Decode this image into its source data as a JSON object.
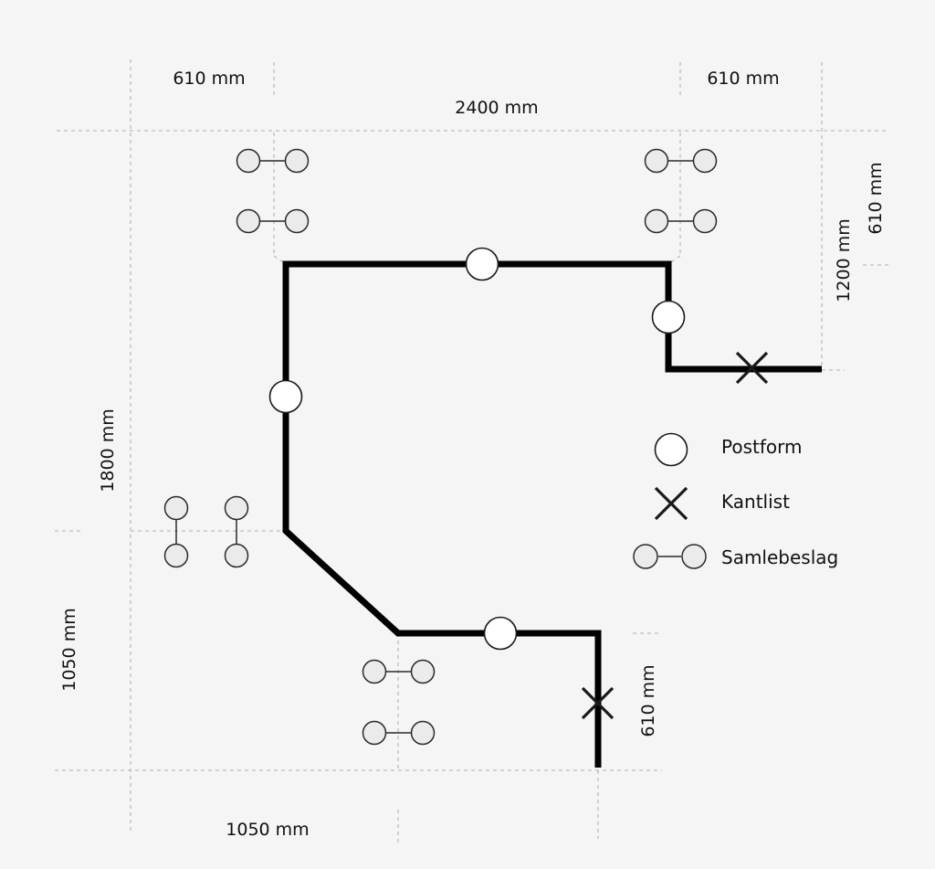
{
  "dimensions": {
    "top_left_width": "610 mm",
    "top_right_width": "610 mm",
    "top_total_width": "2400 mm",
    "right_top_depth": "610 mm",
    "right_height": "1200 mm",
    "left_height": "1800 mm",
    "left_lower_height": "1050 mm",
    "bottom_width": "1050 mm",
    "bottom_right_depth": "610 mm"
  },
  "legend": {
    "postform": "Postform",
    "kantlist": "Kantlist",
    "samlebeslag": "Samlebeslag"
  },
  "icons": {
    "postform": "white-circle",
    "kantlist": "x-mark",
    "samlebeslag": "circle-pair-connector"
  },
  "colors": {
    "background": "#f5f5f5",
    "outline": "#000000",
    "guide": "#bdbdbd"
  }
}
